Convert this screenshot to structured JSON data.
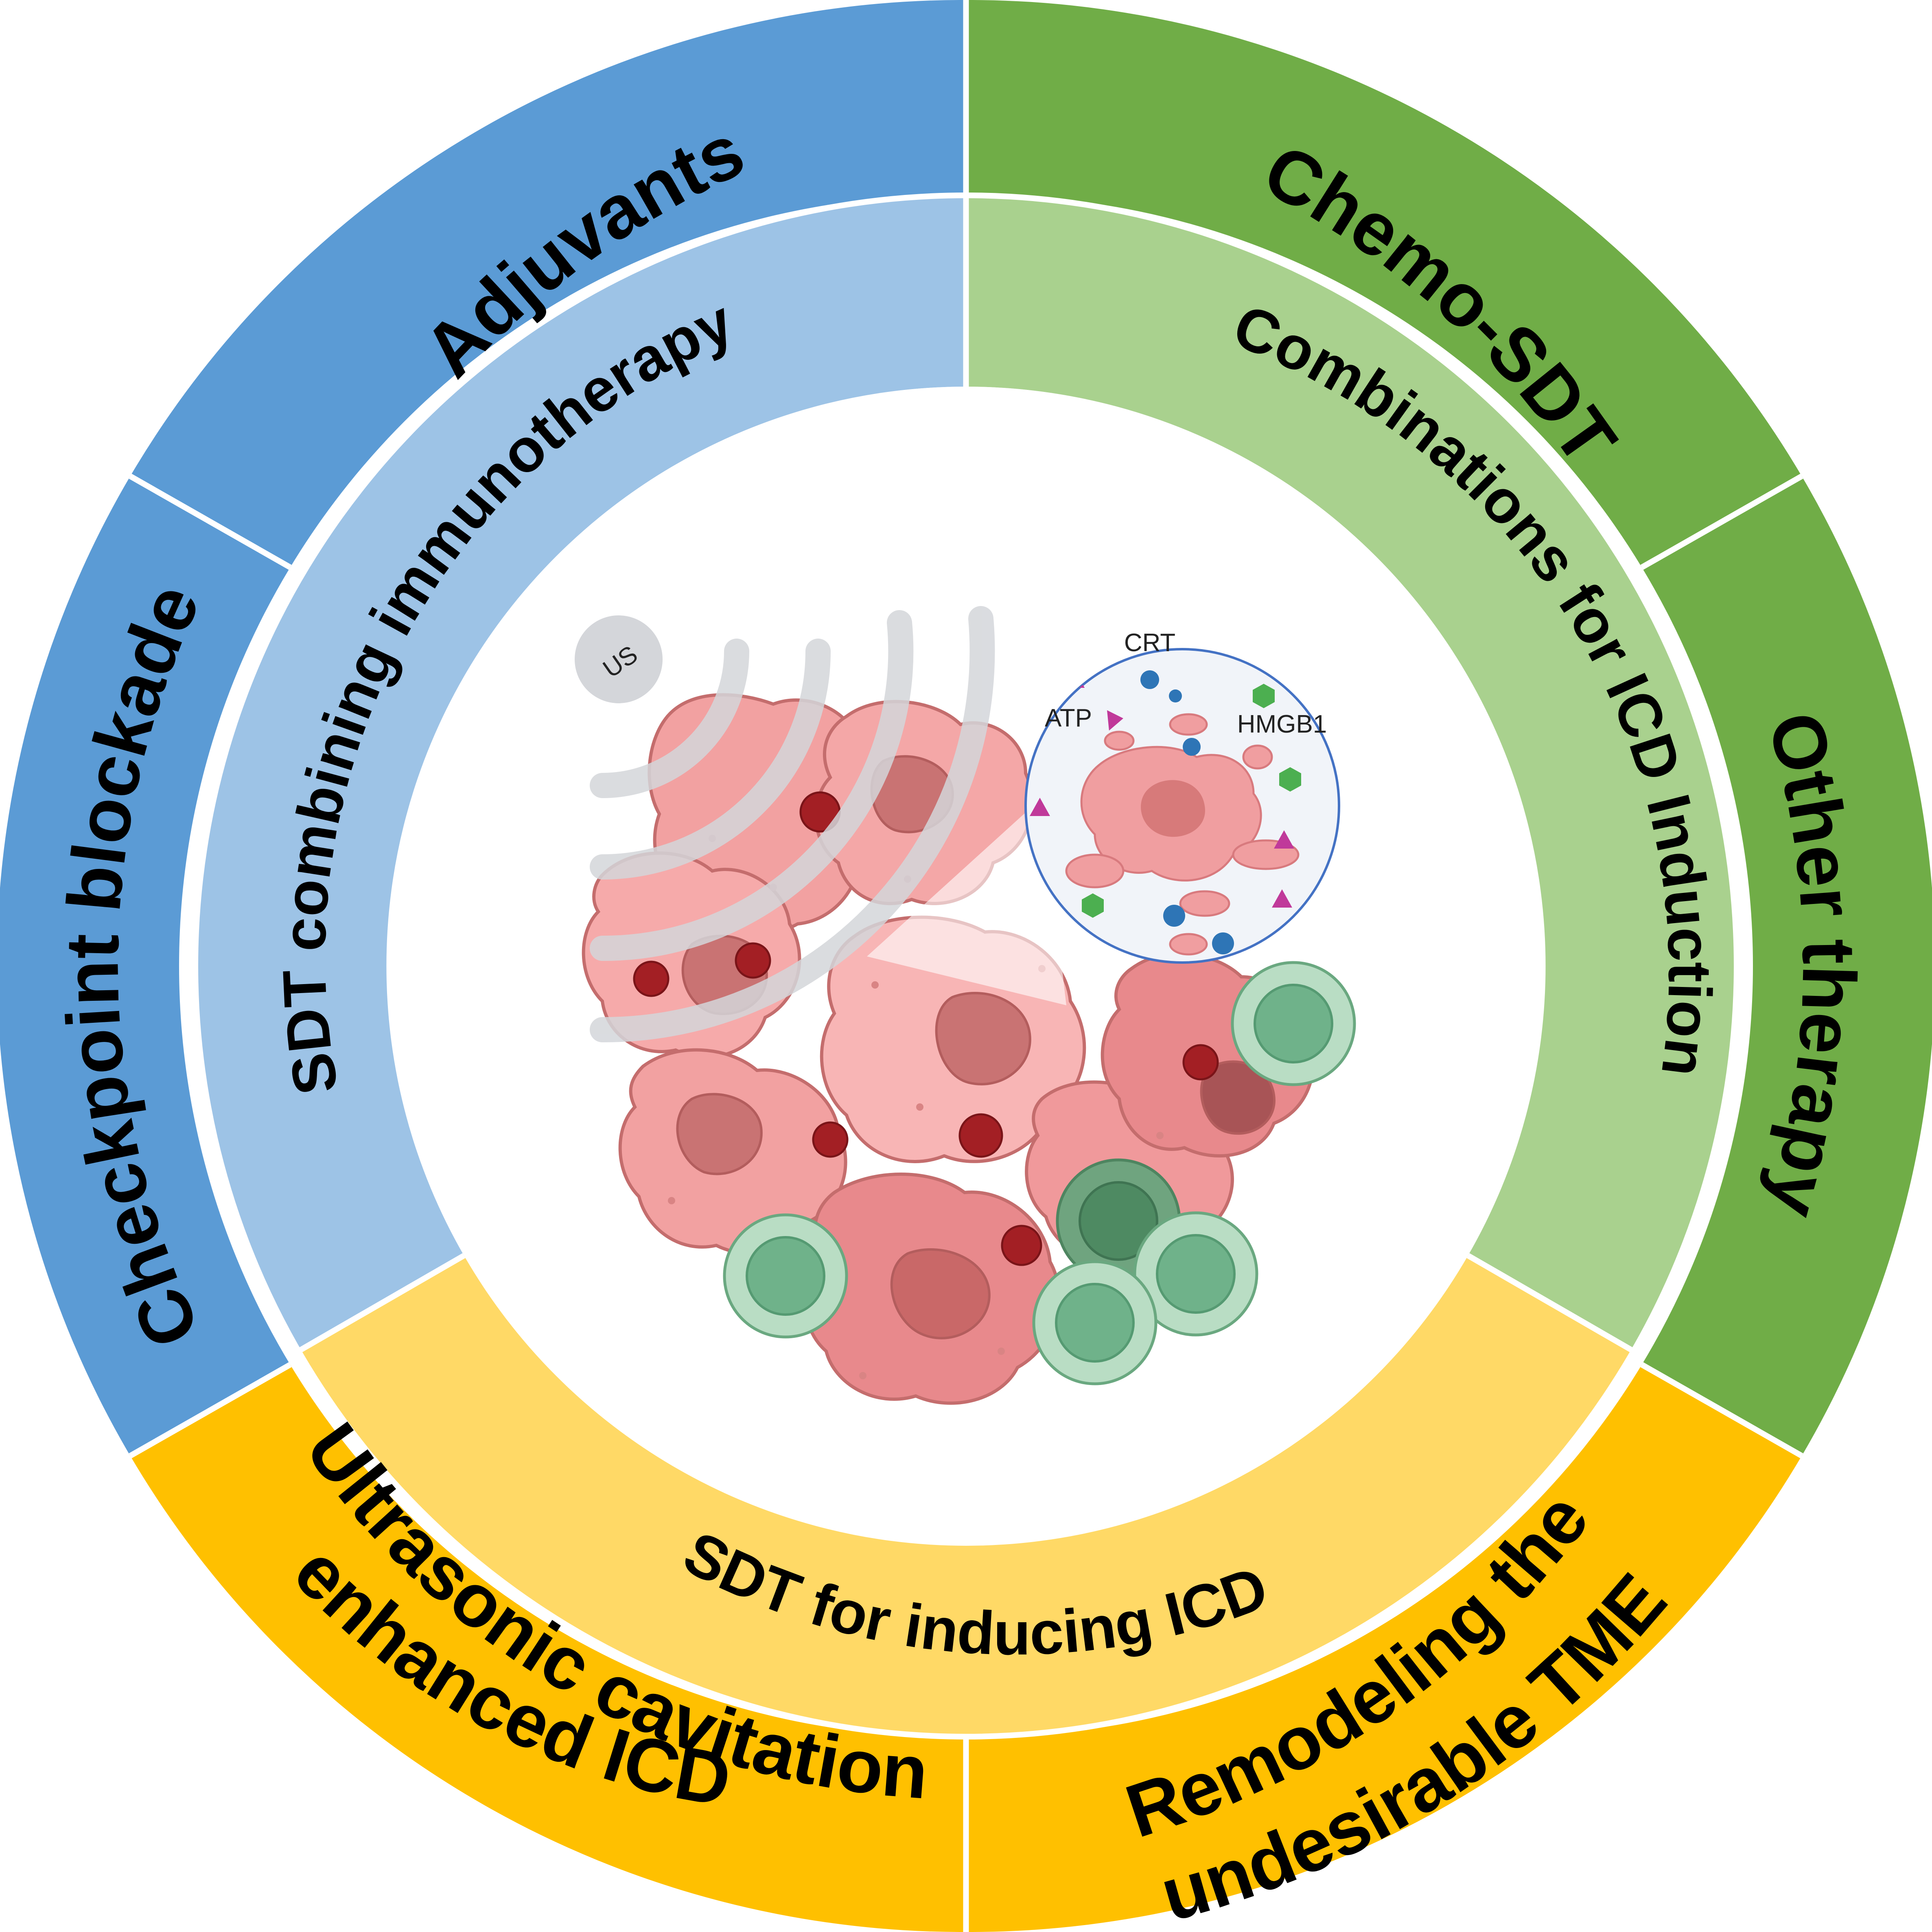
{
  "colors": {
    "blue_outer": "#5b9bd5",
    "blue_inner": "#9dc3e6",
    "green_outer": "#70ad47",
    "green_inner": "#a9d18e",
    "yellow_outer": "#ffc000",
    "yellow_inner": "#ffd966",
    "separator": "#ffffff",
    "tumor_cell": "#f4a3a3",
    "tumor_nucleus": "#c96868",
    "immune_cell": "#8fc9a0",
    "crt_marker": "#2e75b6",
    "atp_marker": "#c0399a",
    "hmgb1_marker": "#4caf50",
    "magnifier_border": "#4472c4"
  },
  "outer_ring": {
    "adjuvants": "Adjuvants",
    "chemo_sdt": "Chemo-SDT",
    "checkpoint_blockade": "Checkpoint blockade",
    "other_therapy": "Other therapy",
    "ultrasonic_line1": "Ultrasonic cavitation",
    "ultrasonic_line2": "enhanced ICD",
    "remodeling_line1": "Remodeling the",
    "remodeling_line2": "undesirable TME"
  },
  "inner_ring": {
    "immunotherapy": "SDT combining immunotherapy",
    "combinations": "Combinations for ICD Induction",
    "inducing_icd": "SDT for inducing ICD"
  },
  "center": {
    "us_label": "US",
    "crt_label": "CRT",
    "atp_label": "ATP",
    "hmgb1_label": "HMGB1"
  }
}
